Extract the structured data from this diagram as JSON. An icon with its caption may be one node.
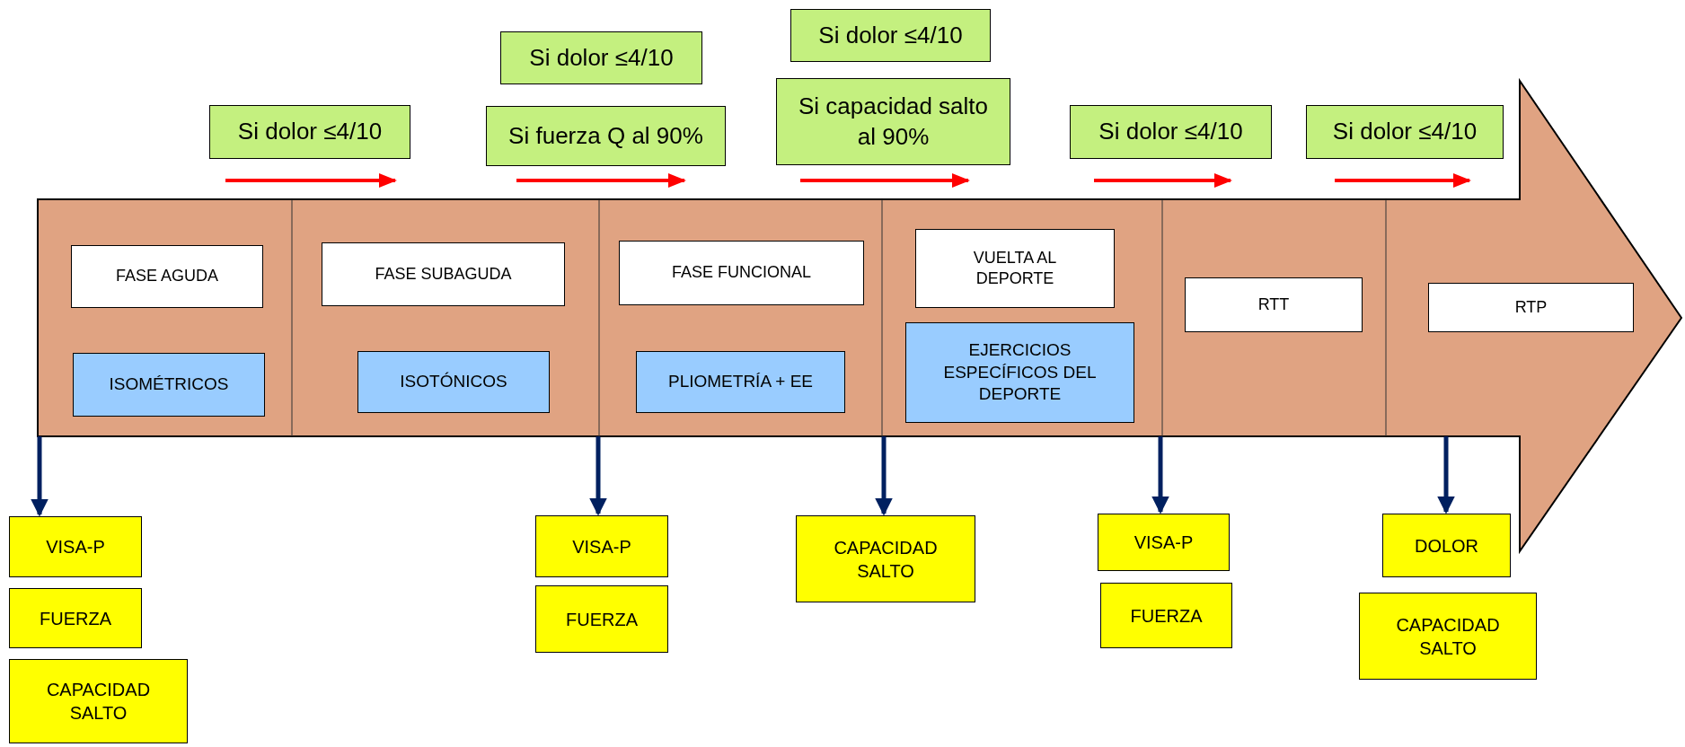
{
  "diagram": {
    "nodes": [
      {
        "text": [],
        "shape": "arrow"
      },
      {
        "text": [
          "Si dolor ≤4/10"
        ]
      },
      {
        "text": [
          "Si dolor ≤4/10"
        ]
      },
      {
        "text": [
          "Si fuerza Q al 90%"
        ]
      },
      {
        "text": [
          "Si dolor ≤4/10"
        ]
      },
      {
        "text": [
          "Si capacidad salto al 90%"
        ]
      },
      {
        "text": [
          "Si dolor ≤4/10"
        ]
      },
      {
        "text": [
          "Si dolor ≤4/10"
        ]
      },
      {
        "text": [
          "FASE AGUDA"
        ],
        "in": 0
      },
      {
        "text": [
          "ISOMÉTRICOS"
        ],
        "in": 0
      },
      {
        "text": [
          "FASE SUBAGUDA"
        ],
        "in": 0
      },
      {
        "text": [
          "ISOTÓNICOS"
        ],
        "in": 0
      },
      {
        "text": [
          "FASE FUNCIONAL"
        ],
        "in": 0
      },
      {
        "text": [
          "PLIOMETRÍA + EE"
        ],
        "in": 0
      },
      {
        "text": [
          "VUELTA AL DEPORTE"
        ],
        "in": 0
      },
      {
        "text": [
          "EJERCICIOS ESPECÍFICOS DEL DEPORTE"
        ],
        "in": 0
      },
      {
        "text": [
          "RTT"
        ],
        "in": 0
      },
      {
        "text": [
          "RTP"
        ],
        "in": 0
      },
      {
        "text": [
          "VISA-P"
        ]
      },
      {
        "text": [
          "FUERZA"
        ]
      },
      {
        "text": [
          "CAPACIDAD SALTO"
        ]
      },
      {
        "text": [
          "VISA-P"
        ]
      },
      {
        "text": [
          "FUERZA"
        ]
      },
      {
        "text": [
          "CAPACIDAD SALTO"
        ]
      },
      {
        "text": [
          "VISA-P"
        ]
      },
      {
        "text": [
          "FUERZA"
        ]
      },
      {
        "text": [
          "DOLOR"
        ]
      },
      {
        "text": [
          "CAPACIDAD SALTO"
        ]
      }
    ],
    "edges": [
      {
        "from": 0,
        "to": 18,
        "arrow": "to"
      },
      {
        "from": 0,
        "to": 21,
        "arrow": "to"
      },
      {
        "from": 0,
        "to": 23,
        "arrow": "to"
      },
      {
        "from": 0,
        "to": 24,
        "arrow": "to"
      },
      {
        "from": 0,
        "to": 26,
        "arrow": "to"
      }
    ]
  }
}
